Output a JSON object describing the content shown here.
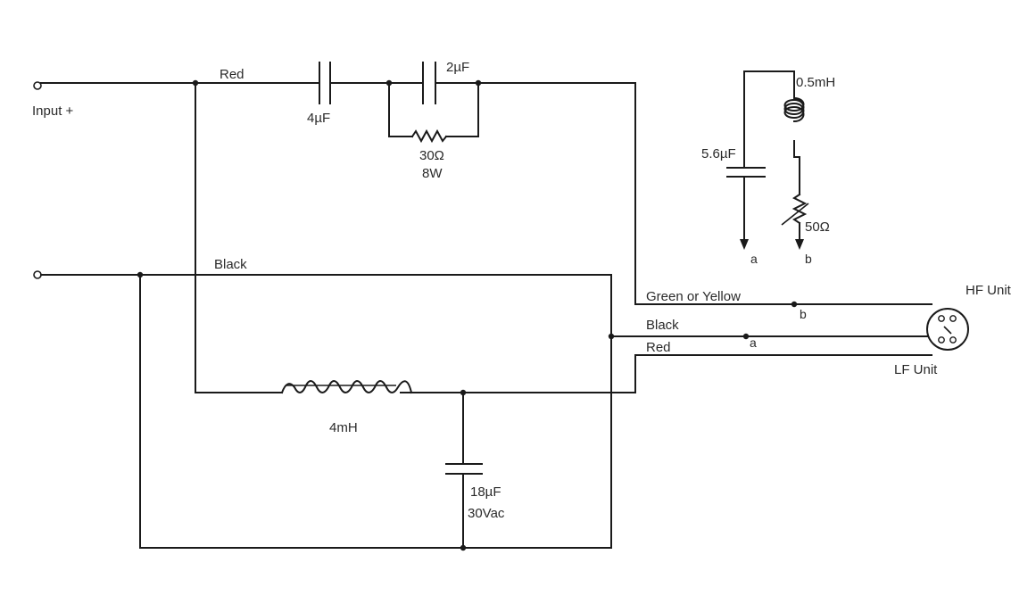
{
  "labels": {
    "input_plus": "Input +",
    "wire_red_top": "Red",
    "wire_black_top": "Black",
    "cap_4uf": "4µF",
    "cap_2uf": "2µF",
    "res_30": "30Ω",
    "res_30_watt": "8W",
    "inductor_4mh": "4mH",
    "cap_18uf": "18µF",
    "cap_18uf_volt": "30Vac",
    "inductor_05mh": "0.5mH",
    "cap_56uf": "5.6µF",
    "res_50": "50Ω",
    "node_a": "a",
    "node_b": "b",
    "wire_green_yellow": "Green or Yellow",
    "wire_black_right": "Black",
    "wire_red_right": "Red",
    "node_b_right": "b",
    "node_a_right": "a",
    "hf_unit": "HF Unit",
    "lf_unit": "LF Unit"
  }
}
